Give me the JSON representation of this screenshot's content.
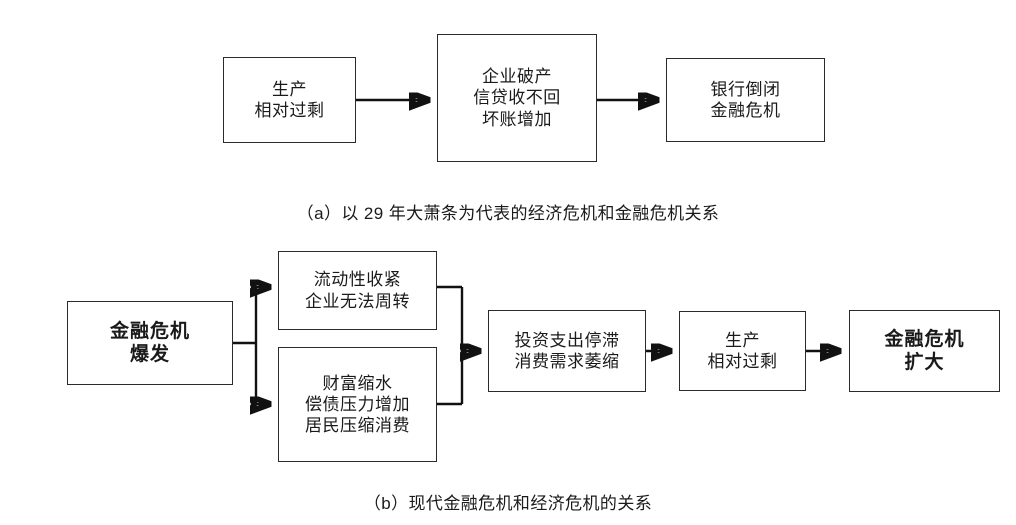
{
  "figure": {
    "title_absent": true,
    "stroke_color": "#111111",
    "box_border_color": "#2b2b2b",
    "background": "#ffffff"
  },
  "diagram_a": {
    "caption": "（a）以 29 年大萧条为代表的经济危机和金融危机关系",
    "boxes": [
      {
        "id": "a1",
        "lines": [
          "生产",
          "相对过剩"
        ]
      },
      {
        "id": "a2",
        "lines": [
          "企业破产",
          "信贷收不回",
          "坏账增加"
        ]
      },
      {
        "id": "a3",
        "lines": [
          "银行倒闭",
          "金融危机"
        ]
      }
    ],
    "arrows": [
      {
        "from": "a1",
        "to": "a2"
      },
      {
        "from": "a2",
        "to": "a3"
      }
    ]
  },
  "diagram_b": {
    "caption": "（b）现代金融危机和经济危机的关系",
    "boxes": [
      {
        "id": "b1",
        "lines": [
          "金融危机",
          "爆发"
        ],
        "bold": true
      },
      {
        "id": "b2",
        "lines": [
          "流动性收紧",
          "企业无法周转"
        ]
      },
      {
        "id": "b3",
        "lines": [
          "财富缩水",
          "偿债压力增加",
          "居民压缩消费"
        ]
      },
      {
        "id": "b4",
        "lines": [
          "投资支出停滞",
          "消费需求萎缩"
        ]
      },
      {
        "id": "b5",
        "lines": [
          "生产",
          "相对过剩"
        ]
      },
      {
        "id": "b6",
        "lines": [
          "金融危机",
          "扩大"
        ],
        "bold": true
      }
    ],
    "arrows": [
      {
        "from": "b1",
        "to": "b2"
      },
      {
        "from": "b1",
        "to": "b3"
      },
      {
        "from": "b2",
        "to": "b4"
      },
      {
        "from": "b3",
        "to": "b4"
      },
      {
        "from": "b4",
        "to": "b5"
      },
      {
        "from": "b5",
        "to": "b6"
      }
    ]
  }
}
